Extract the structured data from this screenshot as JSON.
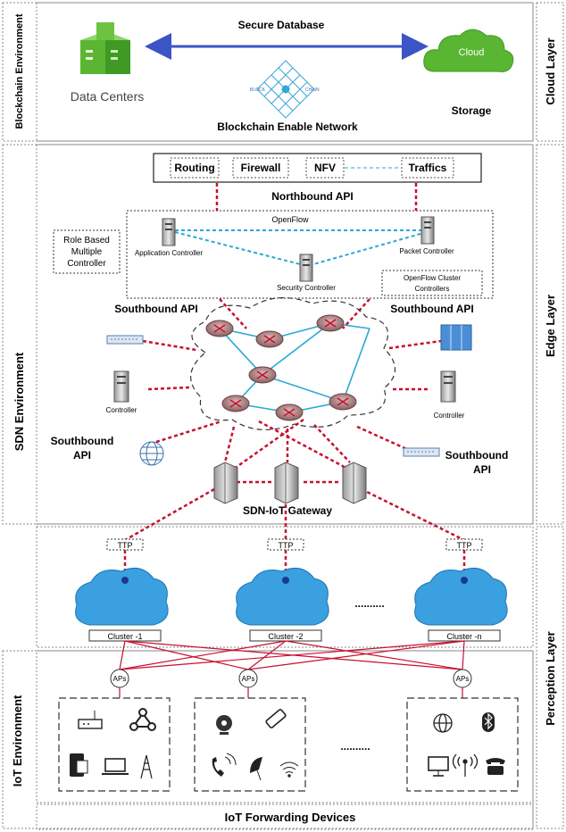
{
  "side_labels": {
    "blockchain": "Blockchain Environment",
    "sdn": "SDN Environment",
    "iot": "IoT Environment",
    "cloud_layer": "Cloud Layer",
    "edge_layer": "Edge Layer",
    "perception_layer": "Perception Layer"
  },
  "cloud": {
    "secure_database": "Secure Database",
    "data_centers": "Data Centers",
    "cloud_icon_label": "Cloud",
    "storage": "Storage",
    "blockchain_network": "Blockchain Enable Network",
    "block_left": "BLOCK",
    "block_right": "CHAIN"
  },
  "sdn": {
    "apps": [
      "Routing",
      "Firewall",
      "NFV",
      "Traffics"
    ],
    "northbound": "Northbound API",
    "openflow": "OpenFlow",
    "role_based": [
      "Role Based",
      "Multiple",
      "Controller"
    ],
    "application_controller": "Application Controller",
    "packet_controller": "Packet Controller",
    "security_controller": "Security Controller",
    "openflow_cluster": [
      "OpenFlow Cluster",
      "Controllers"
    ],
    "southbound_left": "Southbound API",
    "southbound_right": "Southbound API",
    "southbound_lower_left": [
      "Southbound",
      "API"
    ],
    "southbound_lower_right": [
      "Southbound",
      "API"
    ],
    "controller_left": "Controller",
    "controller_right": "Controller",
    "gateway": "SDN-IoT Gateway"
  },
  "perception": {
    "ttp": "TTP",
    "clusters": [
      "Cluster -1",
      "Cluster -2",
      "Cluster -n"
    ],
    "aps": "APs",
    "dots": "..........",
    "forwarding_devices": "IoT Forwarding Devices"
  },
  "colors": {
    "red_link": "#c8102e",
    "blue_link": "#2aa7d6",
    "arrow_blue": "#3b55c6",
    "green_cloud": "#5ab632",
    "blue_cloud": "#3aa0e0"
  }
}
